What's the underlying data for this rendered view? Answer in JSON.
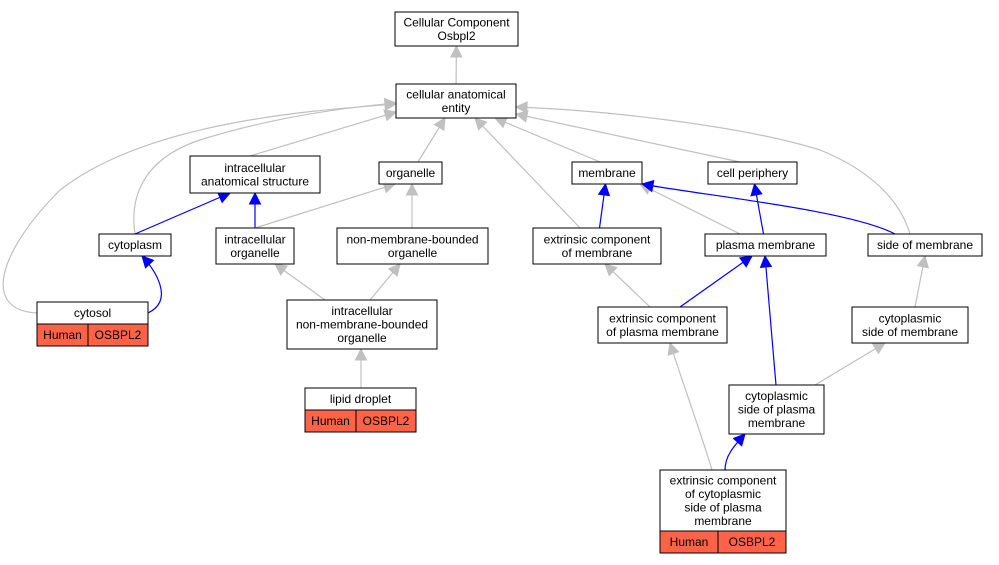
{
  "colors": {
    "is_a_edge": "#c0c0c0",
    "part_of_edge": "#0000ff",
    "annotation_fill": "#ff6347",
    "node_fill": "#ffffff",
    "node_border": "#000000"
  },
  "nodes": {
    "root": {
      "lines": [
        "Cellular Component",
        "Osbpl2"
      ]
    },
    "cellular_anatomical_entity": {
      "lines": [
        "cellular anatomical",
        "entity"
      ]
    },
    "intracellular_anatomical_structure": {
      "lines": [
        "intracellular",
        "anatomical structure"
      ]
    },
    "organelle": {
      "lines": [
        "organelle"
      ]
    },
    "membrane": {
      "lines": [
        "membrane"
      ]
    },
    "cell_periphery": {
      "lines": [
        "cell periphery"
      ]
    },
    "cytoplasm": {
      "lines": [
        "cytoplasm"
      ]
    },
    "intracellular_organelle": {
      "lines": [
        "intracellular",
        "organelle"
      ]
    },
    "non_membrane_bounded_organelle": {
      "lines": [
        "non-membrane-bounded",
        "organelle"
      ]
    },
    "extrinsic_component_of_membrane": {
      "lines": [
        "extrinsic component",
        "of membrane"
      ]
    },
    "plasma_membrane": {
      "lines": [
        "plasma membrane"
      ]
    },
    "side_of_membrane": {
      "lines": [
        "side of membrane"
      ]
    },
    "cytosol": {
      "lines": [
        "cytosol"
      ],
      "annotation": [
        "Human",
        "OSBPL2"
      ]
    },
    "intracellular_nmb_organelle": {
      "lines": [
        "intracellular",
        "non-membrane-bounded",
        "organelle"
      ]
    },
    "extrinsic_component_of_plasma_membrane": {
      "lines": [
        "extrinsic component",
        "of plasma membrane"
      ]
    },
    "cytoplasmic_side_of_membrane": {
      "lines": [
        "cytoplasmic",
        "side of membrane"
      ]
    },
    "lipid_droplet": {
      "lines": [
        "lipid droplet"
      ],
      "annotation": [
        "Human",
        "OSBPL2"
      ]
    },
    "cytoplasmic_side_of_plasma_membrane": {
      "lines": [
        "cytoplasmic",
        "side of plasma",
        "membrane"
      ]
    },
    "extrinsic_component_of_cytoplasmic_side": {
      "lines": [
        "extrinsic component",
        "of cytoplasmic",
        "side of plasma",
        "membrane"
      ],
      "annotation": [
        "Human",
        "OSBPL2"
      ]
    }
  },
  "edges": [
    {
      "from": "cellular_anatomical_entity",
      "to": "root",
      "type": "is_a"
    },
    {
      "from": "intracellular_anatomical_structure",
      "to": "cellular_anatomical_entity",
      "type": "is_a"
    },
    {
      "from": "organelle",
      "to": "cellular_anatomical_entity",
      "type": "is_a"
    },
    {
      "from": "membrane",
      "to": "cellular_anatomical_entity",
      "type": "is_a"
    },
    {
      "from": "cell_periphery",
      "to": "cellular_anatomical_entity",
      "type": "is_a"
    },
    {
      "from": "cytoplasm",
      "to": "cellular_anatomical_entity",
      "type": "is_a"
    },
    {
      "from": "cytosol",
      "to": "cellular_anatomical_entity",
      "type": "is_a"
    },
    {
      "from": "extrinsic_component_of_membrane",
      "to": "cellular_anatomical_entity",
      "type": "is_a"
    },
    {
      "from": "side_of_membrane",
      "to": "cellular_anatomical_entity",
      "type": "is_a"
    },
    {
      "from": "cytoplasm",
      "to": "intracellular_anatomical_structure",
      "type": "part_of"
    },
    {
      "from": "intracellular_organelle",
      "to": "intracellular_anatomical_structure",
      "type": "part_of"
    },
    {
      "from": "intracellular_organelle",
      "to": "organelle",
      "type": "is_a"
    },
    {
      "from": "non_membrane_bounded_organelle",
      "to": "organelle",
      "type": "is_a"
    },
    {
      "from": "extrinsic_component_of_membrane",
      "to": "membrane",
      "type": "part_of"
    },
    {
      "from": "plasma_membrane",
      "to": "membrane",
      "type": "is_a"
    },
    {
      "from": "side_of_membrane",
      "to": "membrane",
      "type": "part_of"
    },
    {
      "from": "plasma_membrane",
      "to": "cell_periphery",
      "type": "part_of"
    },
    {
      "from": "cytosol",
      "to": "cytoplasm",
      "type": "part_of"
    },
    {
      "from": "intracellular_nmb_organelle",
      "to": "intracellular_organelle",
      "type": "is_a"
    },
    {
      "from": "intracellular_nmb_organelle",
      "to": "non_membrane_bounded_organelle",
      "type": "is_a"
    },
    {
      "from": "lipid_droplet",
      "to": "intracellular_nmb_organelle",
      "type": "is_a"
    },
    {
      "from": "extrinsic_component_of_plasma_membrane",
      "to": "extrinsic_component_of_membrane",
      "type": "is_a"
    },
    {
      "from": "extrinsic_component_of_plasma_membrane",
      "to": "plasma_membrane",
      "type": "part_of"
    },
    {
      "from": "cytoplasmic_side_of_plasma_membrane",
      "to": "plasma_membrane",
      "type": "part_of"
    },
    {
      "from": "cytoplasmic_side_of_membrane",
      "to": "side_of_membrane",
      "type": "is_a"
    },
    {
      "from": "cytoplasmic_side_of_plasma_membrane",
      "to": "cytoplasmic_side_of_membrane",
      "type": "is_a"
    },
    {
      "from": "extrinsic_component_of_cytoplasmic_side",
      "to": "extrinsic_component_of_plasma_membrane",
      "type": "is_a"
    },
    {
      "from": "extrinsic_component_of_cytoplasmic_side",
      "to": "cytoplasmic_side_of_plasma_membrane",
      "type": "part_of"
    }
  ]
}
